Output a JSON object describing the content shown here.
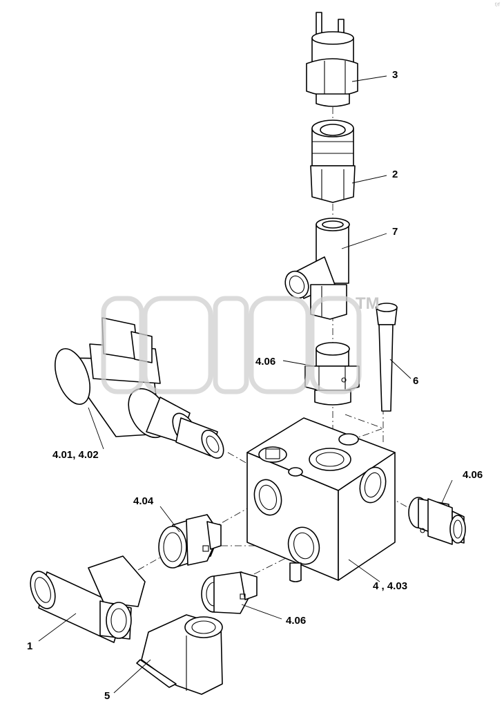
{
  "diagram": {
    "watermark_mark": "TM",
    "corner_note": "f/f",
    "callouts": [
      {
        "id": "c3",
        "text": "3"
      },
      {
        "id": "c2",
        "text": "2"
      },
      {
        "id": "c7",
        "text": "7"
      },
      {
        "id": "c406a",
        "text": "4.06"
      },
      {
        "id": "c6",
        "text": "6"
      },
      {
        "id": "c401",
        "text": "4.01, 4.02"
      },
      {
        "id": "c406b",
        "text": "4.06"
      },
      {
        "id": "c404",
        "text": "4.04"
      },
      {
        "id": "c4",
        "text": "4 , 4.03"
      },
      {
        "id": "c406c",
        "text": "4.06"
      },
      {
        "id": "c1",
        "text": "1"
      },
      {
        "id": "c5",
        "text": "5"
      }
    ],
    "colors": {
      "line": "#000000",
      "watermark": "#c8c8c8",
      "background": "#ffffff"
    }
  }
}
